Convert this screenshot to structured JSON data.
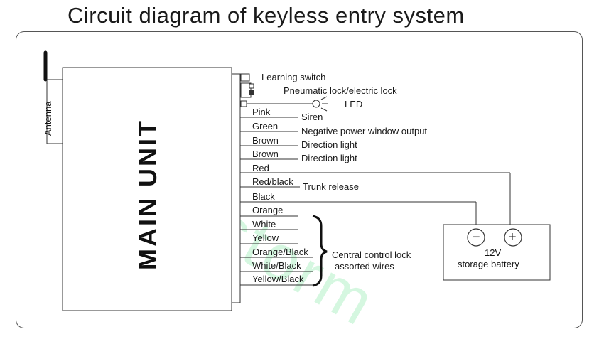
{
  "title": "Circuit diagram of keyless entry system",
  "antenna_label": "Antenna",
  "main_unit_label": "MAIN UNIT",
  "connectors": {
    "learning_switch": "Learning switch",
    "pneumatic_lock": "Pneumatic lock/electric lock",
    "led": "LED"
  },
  "wires": [
    {
      "color": "Pink",
      "function": "Siren"
    },
    {
      "color": "Green",
      "function": "Negative power window output"
    },
    {
      "color": "Brown",
      "function": "Direction light"
    },
    {
      "color": "Brown",
      "function": "Direction light"
    },
    {
      "color": "Red",
      "function": ""
    },
    {
      "color": "Red/black",
      "function": "Trunk release"
    },
    {
      "color": "Black",
      "function": ""
    },
    {
      "color": "Orange",
      "function": ""
    },
    {
      "color": "White",
      "function": ""
    },
    {
      "color": "Yellow",
      "function": ""
    },
    {
      "color": "Orange/Black",
      "function": ""
    },
    {
      "color": "White/Black",
      "function": ""
    },
    {
      "color": "Yellow/Black",
      "function": ""
    }
  ],
  "central_lock": {
    "line1": "Central control lock",
    "line2": "assorted wires"
  },
  "battery": {
    "voltage": "12V",
    "label": "storage battery",
    "minus_symbol": "−",
    "plus_symbol": "+"
  },
  "watermark": "carstorm"
}
